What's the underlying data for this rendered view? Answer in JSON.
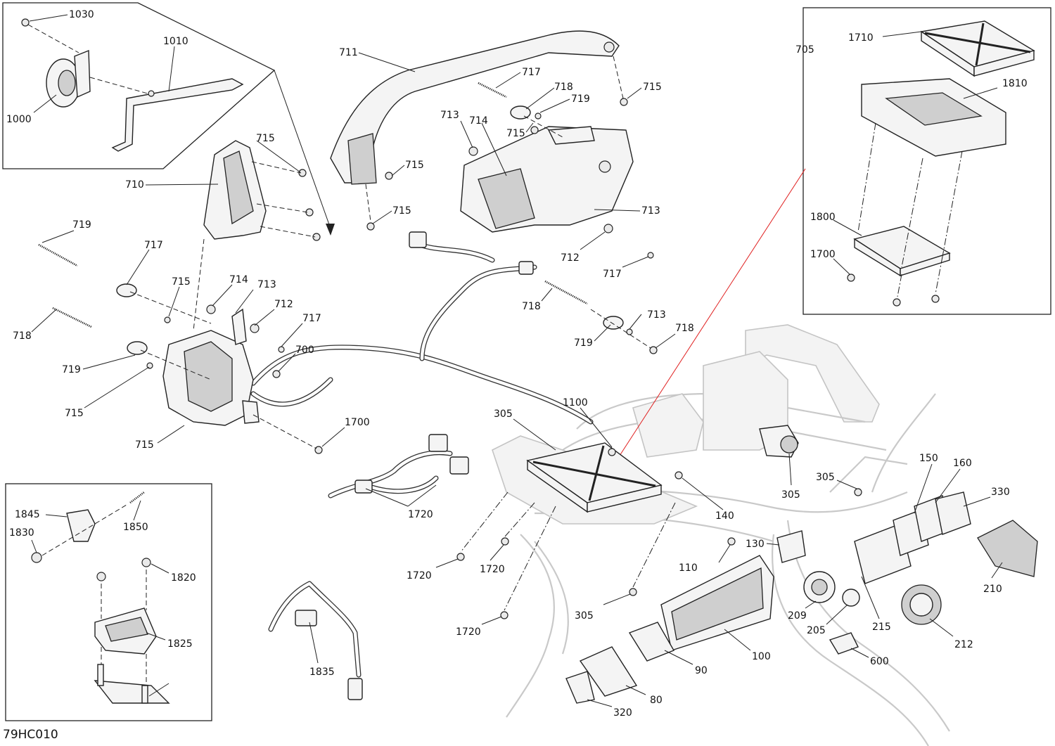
{
  "drawing_id": "79HC010",
  "callouts": [
    {
      "id": "c1030a",
      "text": "1030"
    },
    {
      "id": "c1010a",
      "text": "1010"
    },
    {
      "id": "c1000a",
      "text": "1000"
    },
    {
      "id": "c711",
      "text": "711"
    },
    {
      "id": "c717a",
      "text": "717"
    },
    {
      "id": "c718a",
      "text": "718"
    },
    {
      "id": "c719a",
      "text": "719"
    },
    {
      "id": "c715a",
      "text": "715"
    },
    {
      "id": "c713a",
      "text": "713"
    },
    {
      "id": "c714a",
      "text": "714"
    },
    {
      "id": "c715b",
      "text": "715"
    },
    {
      "id": "c715c",
      "text": "715"
    },
    {
      "id": "c715d",
      "text": "715"
    },
    {
      "id": "c715e",
      "text": "715"
    },
    {
      "id": "c705",
      "text": "705"
    },
    {
      "id": "c710",
      "text": "710"
    },
    {
      "id": "c713b",
      "text": "713"
    },
    {
      "id": "c712a",
      "text": "712"
    },
    {
      "id": "c717b",
      "text": "717"
    },
    {
      "id": "c718b",
      "text": "718"
    },
    {
      "id": "c719b",
      "text": "719"
    },
    {
      "id": "c713c",
      "text": "713"
    },
    {
      "id": "c714b",
      "text": "714"
    },
    {
      "id": "c713d",
      "text": "713"
    },
    {
      "id": "c712b",
      "text": "712"
    },
    {
      "id": "c717c",
      "text": "717"
    },
    {
      "id": "c719c",
      "text": "719"
    },
    {
      "id": "c715f",
      "text": "715"
    },
    {
      "id": "c718c",
      "text": "718"
    },
    {
      "id": "c717d",
      "text": "717"
    },
    {
      "id": "c718d",
      "text": "718"
    },
    {
      "id": "c719d",
      "text": "719"
    },
    {
      "id": "c715g",
      "text": "715"
    },
    {
      "id": "c700",
      "text": "700"
    },
    {
      "id": "c715h",
      "text": "715"
    },
    {
      "id": "c1700a",
      "text": "1700"
    },
    {
      "id": "c1710",
      "text": "1710"
    },
    {
      "id": "c1810",
      "text": "1810"
    },
    {
      "id": "c1800",
      "text": "1800"
    },
    {
      "id": "c1700b",
      "text": "1700"
    },
    {
      "id": "c305a",
      "text": "305"
    },
    {
      "id": "c1100",
      "text": "1100"
    },
    {
      "id": "c305b",
      "text": "305"
    },
    {
      "id": "c305c",
      "text": "305"
    },
    {
      "id": "c140",
      "text": "140"
    },
    {
      "id": "c150",
      "text": "150"
    },
    {
      "id": "c160",
      "text": "160"
    },
    {
      "id": "c330",
      "text": "330"
    },
    {
      "id": "c1720a",
      "text": "1720"
    },
    {
      "id": "c1720b",
      "text": "1720"
    },
    {
      "id": "c1720c",
      "text": "1720"
    },
    {
      "id": "c1720d",
      "text": "1720"
    },
    {
      "id": "c305d",
      "text": "305"
    },
    {
      "id": "c110",
      "text": "110"
    },
    {
      "id": "c130",
      "text": "130"
    },
    {
      "id": "c210",
      "text": "210"
    },
    {
      "id": "c209",
      "text": "209"
    },
    {
      "id": "c205",
      "text": "205"
    },
    {
      "id": "c215",
      "text": "215"
    },
    {
      "id": "c212",
      "text": "212"
    },
    {
      "id": "c600",
      "text": "600"
    },
    {
      "id": "c100",
      "text": "100"
    },
    {
      "id": "c90",
      "text": "90"
    },
    {
      "id": "c80",
      "text": "80"
    },
    {
      "id": "c320",
      "text": "320"
    },
    {
      "id": "c1835",
      "text": "1835"
    },
    {
      "id": "c1845",
      "text": "1845"
    },
    {
      "id": "c1850",
      "text": "1850"
    },
    {
      "id": "c1830",
      "text": "1830"
    },
    {
      "id": "c1820",
      "text": "1820"
    },
    {
      "id": "c1825",
      "text": "1825"
    }
  ]
}
